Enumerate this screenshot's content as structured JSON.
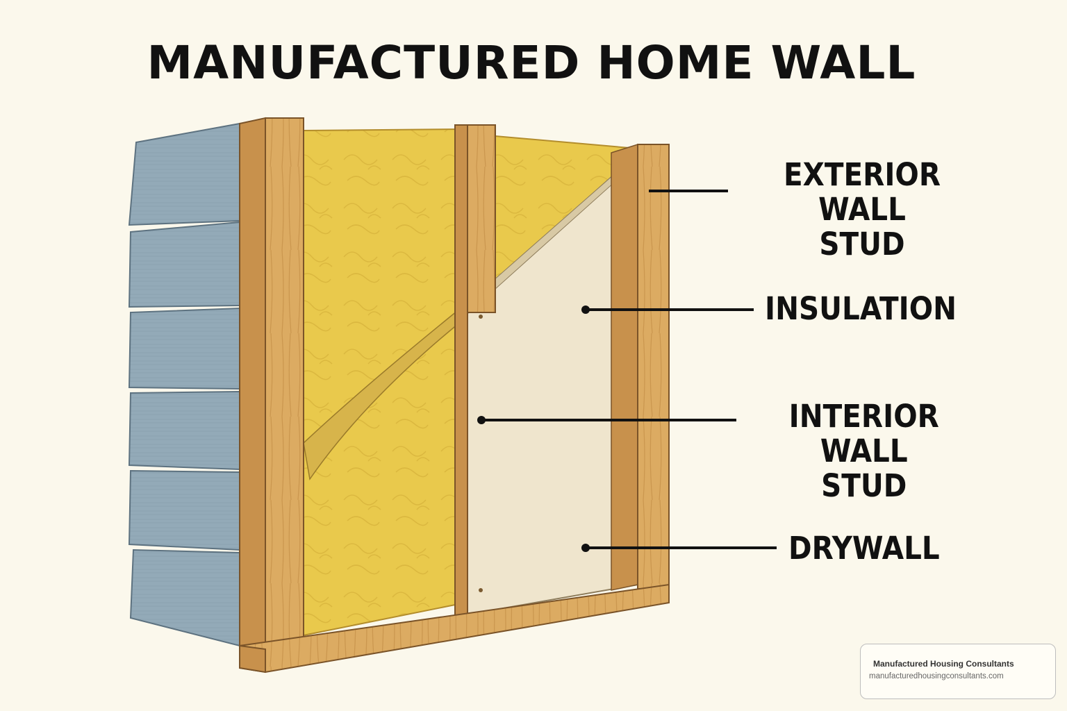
{
  "title": "MANUFACTURED HOME WALL",
  "labels": [
    {
      "id": "exterior-wall-stud",
      "text": "EXTERIOR WALL\nSTUD"
    },
    {
      "id": "insulation",
      "text": "INSULATION"
    },
    {
      "id": "interior-wall-stud",
      "text": "INTERIOR WALL\nSTUD"
    },
    {
      "id": "drywall",
      "text": "DRYWALL"
    }
  ],
  "credit": {
    "name": "Manufactured Housing Consultants",
    "url": "manufacturedhousingconsultants.com"
  },
  "colors": {
    "background": "#fbf8ec",
    "siding": "#8fa6b4",
    "wood": "#d9a55a",
    "insulation": "#e9c94c",
    "drywall": "#efe4cc",
    "line": "#111111"
  }
}
